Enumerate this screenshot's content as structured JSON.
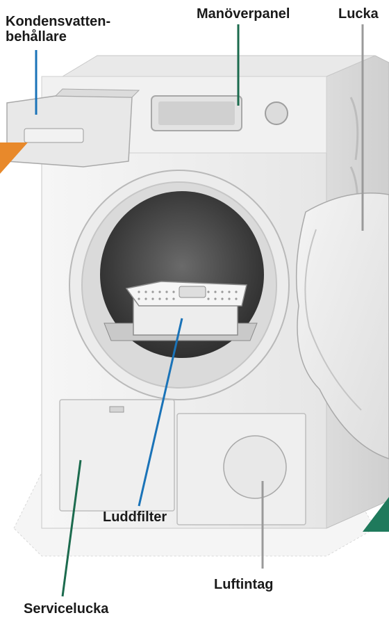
{
  "labels": {
    "kondensvatten_line1": "Kondensvatten-",
    "kondensvatten_line2": "behållare",
    "manoverpanel": "Manöverpanel",
    "lucka": "Lucka",
    "luddfilter": "Luddfilter",
    "luftintag": "Luftintag",
    "servicelucka": "Servicelucka"
  },
  "colors": {
    "leader_blue": "#1a73b8",
    "leader_green": "#1c6b4e",
    "leader_gray": "#9a9a9a",
    "accent_orange": "#e8892b",
    "accent_teal": "#1f7a5c",
    "machine_body": "#efefef",
    "drum_dark": "#4a4a4a"
  }
}
